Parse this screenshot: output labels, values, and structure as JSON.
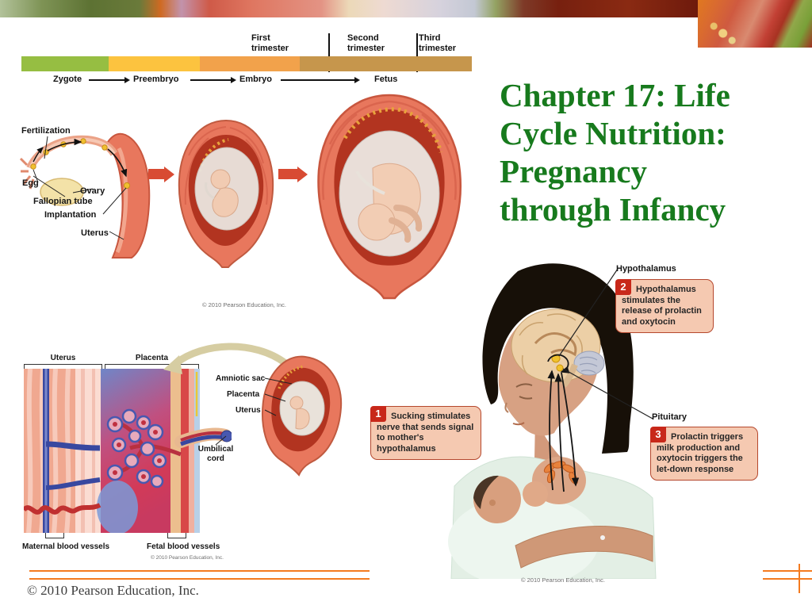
{
  "slide": {
    "title_lines": [
      "Chapter 17: Life",
      "Cycle Nutrition:",
      "Pregnancy",
      "through Infancy"
    ],
    "title_color": "#177a1d",
    "accent_color": "#f47b20",
    "copyright": "© 2010 Pearson Education, Inc."
  },
  "timeline": {
    "trimesters": [
      {
        "label": "First trimester"
      },
      {
        "label": "Second trimester"
      },
      {
        "label": "Third trimester"
      }
    ],
    "segments": [
      {
        "stage": "Zygote",
        "color": "#96be42"
      },
      {
        "stage": "Preembryo",
        "color": "#fcc33f"
      },
      {
        "stage": "Embryo",
        "color": "#f2a24b"
      },
      {
        "stage": "Fetus",
        "color": "#c6964c"
      }
    ]
  },
  "fertilization_figure": {
    "labels": {
      "fertilization": "Fertilization",
      "egg": "Egg",
      "ovary": "Ovary",
      "fallopian_tube": "Fallopian tube",
      "implantation": "Implantation",
      "uterus": "Uterus"
    },
    "credit": "© 2010 Pearson Education, Inc."
  },
  "placenta_figure": {
    "labels": {
      "uterus_bracket": "Uterus",
      "placenta_bracket": "Placenta",
      "amniotic_sac": "Amniotic sac",
      "placenta": "Placenta",
      "uterus": "Uterus",
      "umbilical_cord": "Umbilical cord",
      "maternal_vessels": "Maternal blood vessels",
      "fetal_vessels": "Fetal blood vessels"
    },
    "credit": "© 2010 Pearson Education, Inc."
  },
  "lactation_figure": {
    "labels": {
      "hypothalamus": "Hypothalamus",
      "pituitary": "Pituitary"
    },
    "callouts": [
      {
        "number": "1",
        "text": "Sucking stimulates nerve that sends signal to mother's hypothalamus"
      },
      {
        "number": "2",
        "text": "Hypothalamus stimulates the release of prolactin and oxytocin"
      },
      {
        "number": "3",
        "text": "Prolactin triggers milk production and oxytocin triggers the let-down response"
      }
    ],
    "credit": "© 2010 Pearson Education, Inc."
  }
}
